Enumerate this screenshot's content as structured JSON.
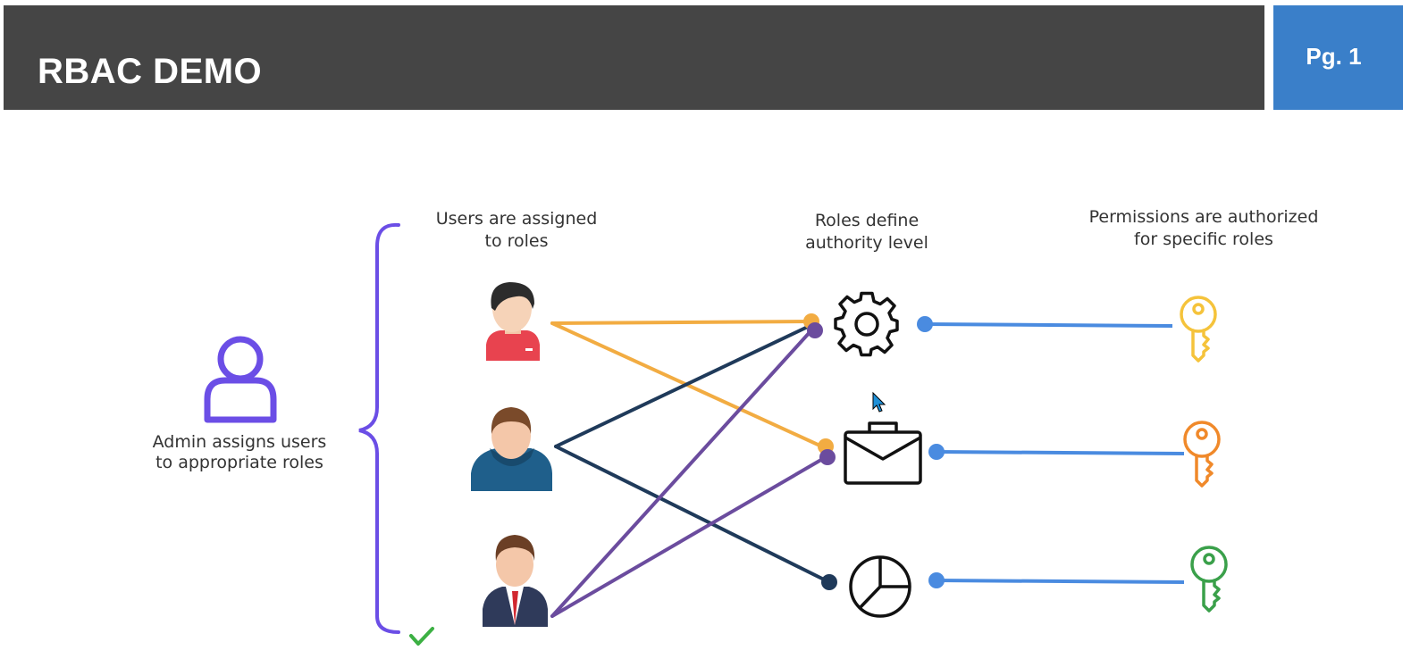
{
  "header": {
    "title": "RBAC DEMO",
    "page_label": "Pg. 1"
  },
  "diagram": {
    "admin_caption": [
      "Admin assigns users",
      "to appropriate roles"
    ],
    "columns": {
      "users": [
        "Users are assigned",
        "to roles"
      ],
      "roles": [
        "Roles define",
        "authority level"
      ],
      "permissions": [
        "Permissions are authorized",
        "for specific roles"
      ]
    },
    "users": [
      {
        "id": "user-1",
        "icon": "user-red-shirt-icon"
      },
      {
        "id": "user-2",
        "icon": "user-blue-hoodie-icon"
      },
      {
        "id": "user-3",
        "icon": "user-business-suit-icon"
      }
    ],
    "roles": [
      {
        "id": "role-settings",
        "icon": "gear-icon"
      },
      {
        "id": "role-business",
        "icon": "briefcase-icon"
      },
      {
        "id": "role-analytics",
        "icon": "pie-chart-icon"
      }
    ],
    "permissions": [
      {
        "id": "key-1",
        "icon": "key-icon",
        "color": "#f5c33b"
      },
      {
        "id": "key-2",
        "icon": "key-icon",
        "color": "#f0892a"
      },
      {
        "id": "key-3",
        "icon": "key-icon",
        "color": "#3aa04a"
      }
    ],
    "assignments": [
      {
        "user": 0,
        "role": 0,
        "color": "#f2ac42"
      },
      {
        "user": 0,
        "role": 1,
        "color": "#f2ac42"
      },
      {
        "user": 1,
        "role": 0,
        "color": "#1f3a5a"
      },
      {
        "user": 1,
        "role": 2,
        "color": "#1f3a5a"
      },
      {
        "user": 2,
        "role": 0,
        "color": "#6b4c9e"
      },
      {
        "user": 2,
        "role": 1,
        "color": "#6b4c9e"
      }
    ],
    "colors": {
      "admin_icon": "#6b4ee6",
      "brace": "#6b4ee6",
      "permission_link": "#4a8be0",
      "checkmark": "#3cb043"
    }
  }
}
